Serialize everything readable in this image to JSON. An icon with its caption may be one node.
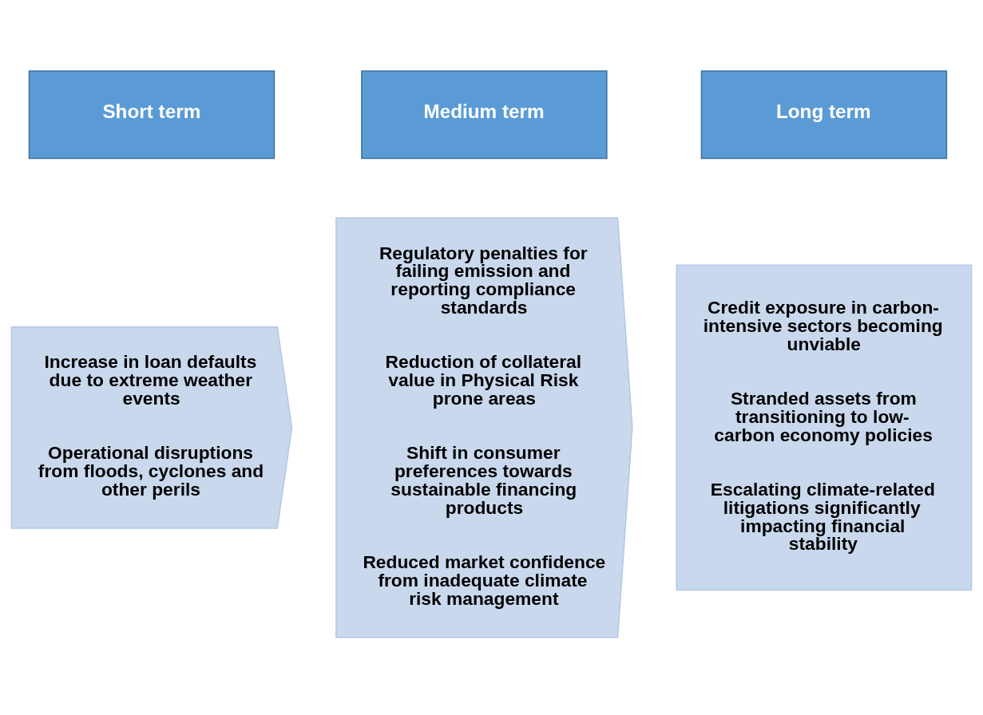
{
  "diagram": {
    "nodes": [
      {
        "text": [
          "Short term"
        ]
      },
      {
        "text": [
          "Medium term"
        ]
      },
      {
        "text": [
          "Long term"
        ]
      },
      {
        "text": [
          "Increase in loan defaults due to extreme weather events",
          "Operational disruptions from floods, cyclones and other perils"
        ]
      },
      {
        "text": [
          "Regulatory penalties for failing emission and reporting compliance standards",
          "Reduction of collateral value in Physical Risk prone areas",
          "Shift in consumer preferences towards sustainable financing products",
          "Reduced market confidence from inadequate climate risk management"
        ]
      },
      {
        "text": [
          "Credit exposure in carbon-intensive sectors becoming unviable",
          "Stranded assets from transitioning to low-carbon economy policies",
          "Escalating climate-related litigations significantly impacting financial stability"
        ]
      }
    ],
    "edges": []
  }
}
